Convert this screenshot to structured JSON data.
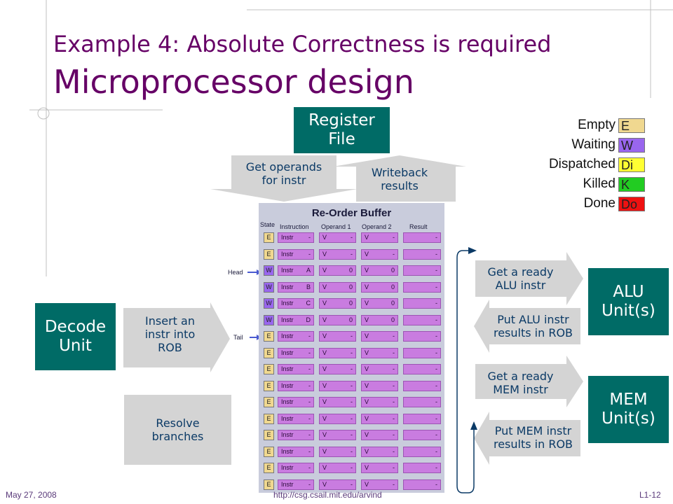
{
  "slide": {
    "title_line1": "Example 4: Absolute Correctness is required",
    "title_line2": "Microprocessor design"
  },
  "blocks": {
    "register_file": "Register\nFile",
    "decode_unit": "Decode\nUnit",
    "alu_unit": "ALU\nUnit(s)",
    "mem_unit": "MEM\nUnit(s)",
    "resolve_branches": "Resolve\nbranches"
  },
  "arrows": {
    "get_operands": "Get operands\nfor instr",
    "writeback": "Writeback\nresults",
    "insert_instr": "Insert an\ninstr into\nROB",
    "get_ready_alu": "Get a ready\nALU instr",
    "put_alu": "Put ALU instr\nresults in ROB",
    "get_ready_mem": "Get a ready\nMEM instr",
    "put_mem": "Put MEM instr\nresults in ROB"
  },
  "legend": [
    {
      "label": "Empty",
      "code": "E",
      "color": "#f0d890"
    },
    {
      "label": "Waiting",
      "code": "W",
      "color": "#9966ee"
    },
    {
      "label": "Dispatched",
      "code": "Di",
      "color": "#ffff33"
    },
    {
      "label": "Killed",
      "code": "K",
      "color": "#22cc22"
    },
    {
      "label": "Done",
      "code": "Do",
      "color": "#ee1111"
    }
  ],
  "rob": {
    "title": "Re-Order Buffer",
    "headers": {
      "state": "State",
      "instruction": "Instruction",
      "operand1": "Operand 1",
      "operand2": "Operand 2",
      "result": "Result"
    },
    "head_label": "Head",
    "tail_label": "Tail",
    "head_index": 2,
    "tail_index": 6,
    "rows": [
      {
        "state": "E",
        "instr": "Instr",
        "tag": "-",
        "op1": "-",
        "op2": "-",
        "result": "-"
      },
      {
        "state": "E",
        "instr": "Instr",
        "tag": "-",
        "op1": "-",
        "op2": "-",
        "result": "-"
      },
      {
        "state": "W",
        "instr": "Instr",
        "tag": "A",
        "op1": "0",
        "op2": "0",
        "result": "-"
      },
      {
        "state": "W",
        "instr": "Instr",
        "tag": "B",
        "op1": "0",
        "op2": "0",
        "result": "-"
      },
      {
        "state": "W",
        "instr": "Instr",
        "tag": "C",
        "op1": "0",
        "op2": "0",
        "result": "-"
      },
      {
        "state": "W",
        "instr": "Instr",
        "tag": "D",
        "op1": "0",
        "op2": "0",
        "result": "-"
      },
      {
        "state": "E",
        "instr": "Instr",
        "tag": "-",
        "op1": "-",
        "op2": "-",
        "result": "-"
      },
      {
        "state": "E",
        "instr": "Instr",
        "tag": "-",
        "op1": "-",
        "op2": "-",
        "result": "-"
      },
      {
        "state": "E",
        "instr": "Instr",
        "tag": "-",
        "op1": "-",
        "op2": "-",
        "result": "-"
      },
      {
        "state": "E",
        "instr": "Instr",
        "tag": "-",
        "op1": "-",
        "op2": "-",
        "result": "-"
      },
      {
        "state": "E",
        "instr": "Instr",
        "tag": "-",
        "op1": "-",
        "op2": "-",
        "result": "-"
      },
      {
        "state": "E",
        "instr": "Instr",
        "tag": "-",
        "op1": "-",
        "op2": "-",
        "result": "-"
      },
      {
        "state": "E",
        "instr": "Instr",
        "tag": "-",
        "op1": "-",
        "op2": "-",
        "result": "-"
      },
      {
        "state": "E",
        "instr": "Instr",
        "tag": "-",
        "op1": "-",
        "op2": "-",
        "result": "-"
      },
      {
        "state": "E",
        "instr": "Instr",
        "tag": "-",
        "op1": "-",
        "op2": "-",
        "result": "-"
      },
      {
        "state": "E",
        "instr": "Instr",
        "tag": "-",
        "op1": "-",
        "op2": "-",
        "result": "-"
      }
    ],
    "valid_flag": "V"
  },
  "footer": {
    "date": "May 27, 2008",
    "url": "http://csg.csail.mit.edu/arvind",
    "page": "L1-12"
  }
}
